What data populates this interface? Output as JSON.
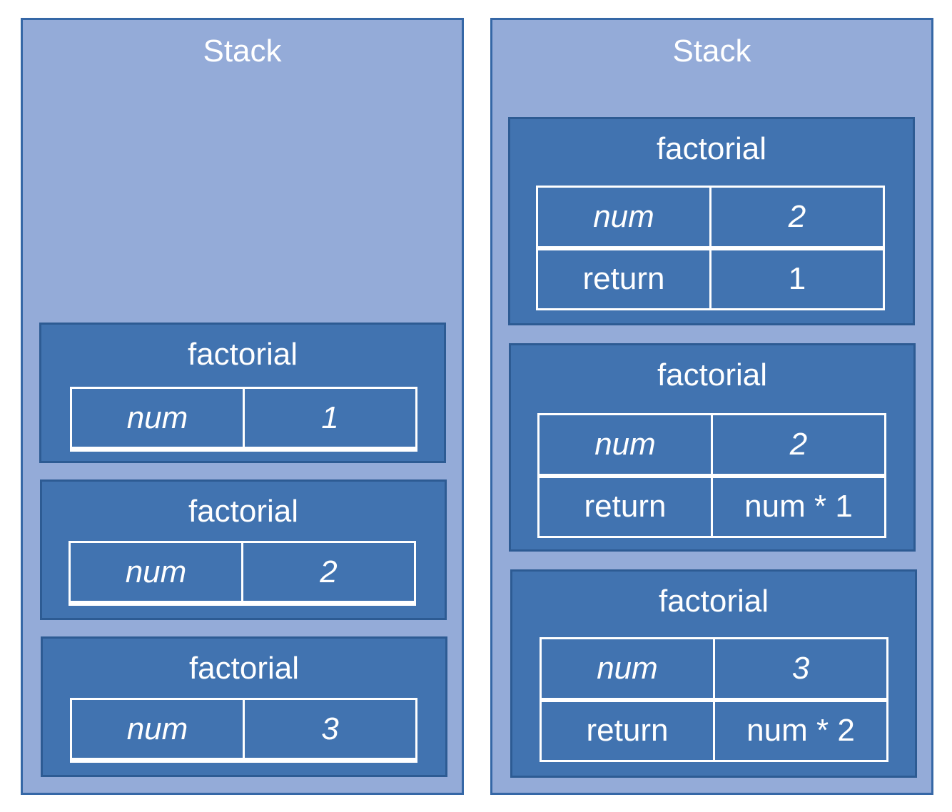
{
  "stacks": [
    {
      "title": "Stack",
      "frames": [
        {
          "title": "factorial",
          "rows": [
            {
              "name": "num",
              "value": "1"
            }
          ]
        },
        {
          "title": "factorial",
          "rows": [
            {
              "name": "num",
              "value": "2"
            }
          ]
        },
        {
          "title": "factorial",
          "rows": [
            {
              "name": "num",
              "value": "3"
            }
          ]
        }
      ]
    },
    {
      "title": "Stack",
      "frames": [
        {
          "title": "factorial",
          "rows": [
            {
              "name": "num",
              "value": "2"
            },
            {
              "name": "return",
              "value": "1"
            }
          ]
        },
        {
          "title": "factorial",
          "rows": [
            {
              "name": "num",
              "value": "2"
            },
            {
              "name": "return",
              "value": "num * 1"
            }
          ]
        },
        {
          "title": "factorial",
          "rows": [
            {
              "name": "num",
              "value": "3"
            },
            {
              "name": "return",
              "value": "num * 2"
            }
          ]
        }
      ]
    }
  ],
  "colors": {
    "stack_fill": "#94abd8",
    "frame_fill": "#4173b0",
    "text": "#ffffff"
  }
}
